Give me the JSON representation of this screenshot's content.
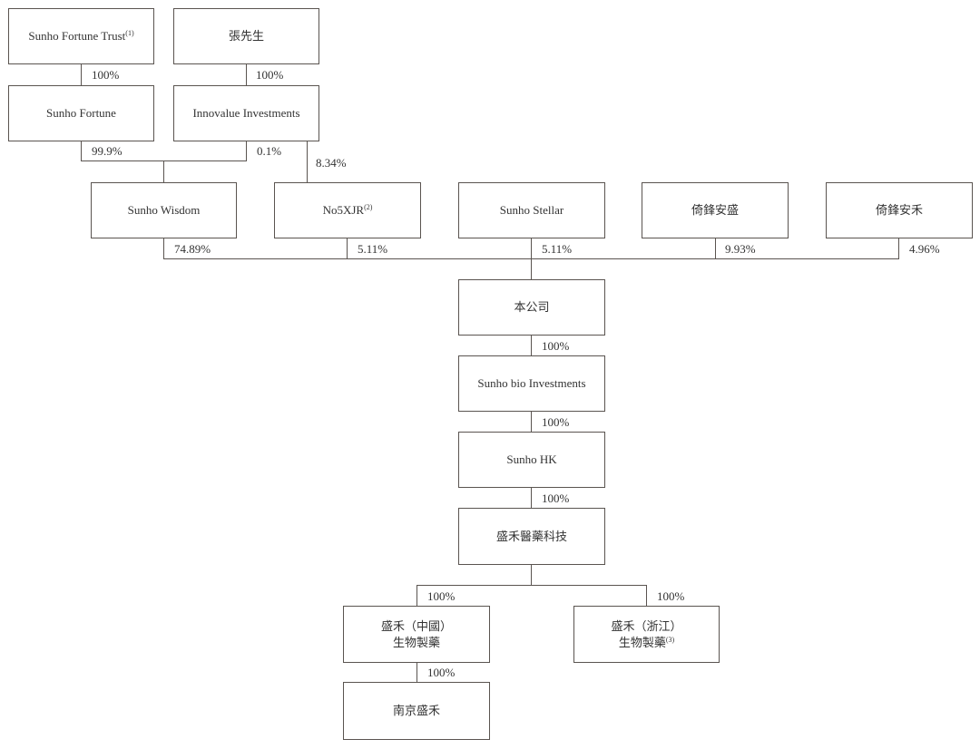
{
  "diagram": {
    "type": "shareholding structure chart",
    "entities": {
      "sunho_fortune_trust": {
        "label": "Sunho Fortune Trust",
        "note": "(1)"
      },
      "mr_zhang": {
        "label": "張先生"
      },
      "sunho_fortune": {
        "label": "Sunho Fortune"
      },
      "innovalue": {
        "label": "Innovalue Investments"
      },
      "sunho_wisdom": {
        "label": "Sunho Wisdom"
      },
      "no5xjr": {
        "label": "No5XJR",
        "note": "(2)"
      },
      "sunho_stellar": {
        "label": "Sunho Stellar"
      },
      "yifeng_ansheng": {
        "label": "倚鋒安盛"
      },
      "yifeng_anhe": {
        "label": "倚鋒安禾"
      },
      "company": {
        "label": "本公司"
      },
      "sunho_bio": {
        "label": "Sunho bio Investments"
      },
      "sunho_hk": {
        "label": "Sunho HK"
      },
      "shenghe_pharma_tech": {
        "label": "盛禾醫藥科技"
      },
      "shenghe_china": {
        "line1": "盛禾（中國）",
        "line2": "生物製藥"
      },
      "shenghe_zhejiang": {
        "line1": "盛禾（浙江）",
        "line2": "生物製藥",
        "note": "(3)"
      },
      "nanjing_shenghe": {
        "label": "南京盛禾"
      }
    },
    "ownership": {
      "trust_to_fortune": "100%",
      "zhang_to_innovalue": "100%",
      "fortune_to_wisdom": "99.9%",
      "innovalue_to_wisdom": "0.1%",
      "innovalue_to_no5xjr": "8.34%",
      "wisdom_to_company": "74.89%",
      "no5xjr_to_company": "5.11%",
      "stellar_to_company": "5.11%",
      "ansheng_to_company": "9.93%",
      "anhe_to_company": "4.96%",
      "company_to_bio": "100%",
      "bio_to_hk": "100%",
      "hk_to_tech": "100%",
      "tech_to_china": "100%",
      "tech_to_zhejiang": "100%",
      "china_to_nanjing": "100%"
    }
  }
}
